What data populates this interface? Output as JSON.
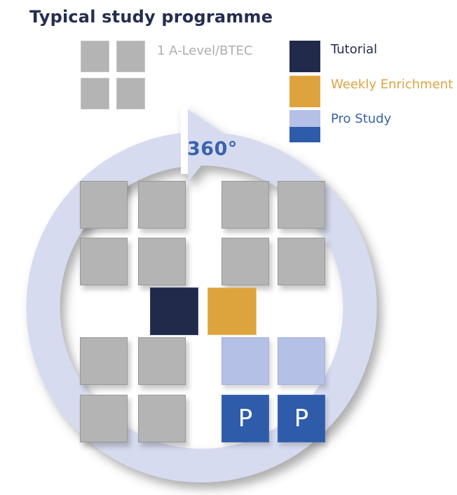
{
  "title": "Typical study programme",
  "legend_left": {
    "label": "1 A-Level/BTEC",
    "square_count": 4
  },
  "legend_right": {
    "items": [
      {
        "id": "tutorial",
        "label": "Tutorial",
        "swatch": "solid"
      },
      {
        "id": "enrichment",
        "label": "Weekly Enrichment",
        "swatch": "solid"
      },
      {
        "id": "prostudy",
        "label": "Pro Study",
        "swatch": "split"
      }
    ]
  },
  "cycle": {
    "label": "360°"
  },
  "grid": {
    "p_label": "P",
    "rows": [
      [
        "alevel",
        "alevel",
        "alevel",
        "alevel"
      ],
      [
        "alevel",
        "alevel",
        "alevel",
        "alevel"
      ],
      [
        "tutorial",
        "enrichment"
      ],
      [
        "alevel",
        "alevel",
        "prostudy",
        "prostudy"
      ],
      [
        "alevel",
        "alevel",
        "prostudy_p",
        "prostudy_p"
      ]
    ]
  },
  "colors": {
    "alevel": "#b4b4b4",
    "tutorial": "#212a4a",
    "enrichment": "#dda43e",
    "prostudy": "#b5c0e6",
    "prostudy_p": "#2e5caa",
    "ring": "#d7dbf0",
    "title_text": "#252e4f",
    "cycle_text": "#3a63ad",
    "alevel_label": "#aeaeae",
    "tutorial_label": "#242d4f",
    "enrichment_label": "#dca342",
    "prostudy_label": "#3a62ac",
    "p_text": "#ffffff"
  }
}
